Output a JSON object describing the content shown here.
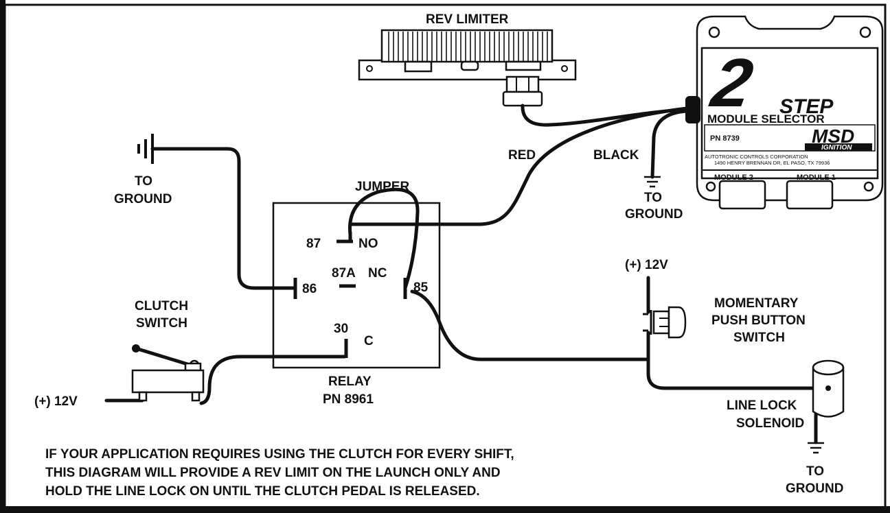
{
  "labels": {
    "rev_limiter": "REV LIMITER",
    "to_ground_left_1": "TO",
    "to_ground_left_2": "GROUND",
    "jumper": "JUMPER",
    "red": "RED",
    "black": "BLACK",
    "to_ground_center_1": "TO",
    "to_ground_center_2": "GROUND",
    "relay_pin_87": "87",
    "relay_no": "NO",
    "relay_pin_87a": "87A",
    "relay_nc": "NC",
    "relay_pin_86": "86",
    "relay_pin_85": "85",
    "relay_pin_30": "30",
    "relay_c": "C",
    "relay_1": "RELAY",
    "relay_2": "PN 8961",
    "clutch_switch_1": "CLUTCH",
    "clutch_switch_2": "SWITCH",
    "clutch_12v": "(+) 12V",
    "right_12v": "(+) 12V",
    "momentary_1": "MOMENTARY",
    "momentary_2": "PUSH BUTTON",
    "momentary_3": "SWITCH",
    "line_lock_1": "LINE LOCK",
    "line_lock_2": "SOLENOID",
    "to_ground_right_1": "TO",
    "to_ground_right_2": "GROUND"
  },
  "module": {
    "logo_digit": "2",
    "logo_word": "STEP",
    "title": "MODULE SELECTOR",
    "pn": "PN 8739",
    "brand": "MSD",
    "brand_sub": "IGNITION",
    "company": "AUTOTRONIC CONTROLS CORPORATION",
    "address": "1490 HENRY BRENNAN DR, EL PASO, TX 79936",
    "module2": "MODULE 2",
    "module1": "MODULE 1"
  },
  "note": {
    "line1": "IF YOUR APPLICATION REQUIRES USING THE CLUTCH FOR EVERY SHIFT,",
    "line2": "THIS DIAGRAM WILL PROVIDE A REV LIMIT ON THE LAUNCH ONLY AND",
    "line3": "HOLD THE LINE LOCK ON UNTIL THE CLUTCH PEDAL IS RELEASED."
  },
  "colors": {
    "ink": "#111111",
    "paper": "#ffffff"
  }
}
